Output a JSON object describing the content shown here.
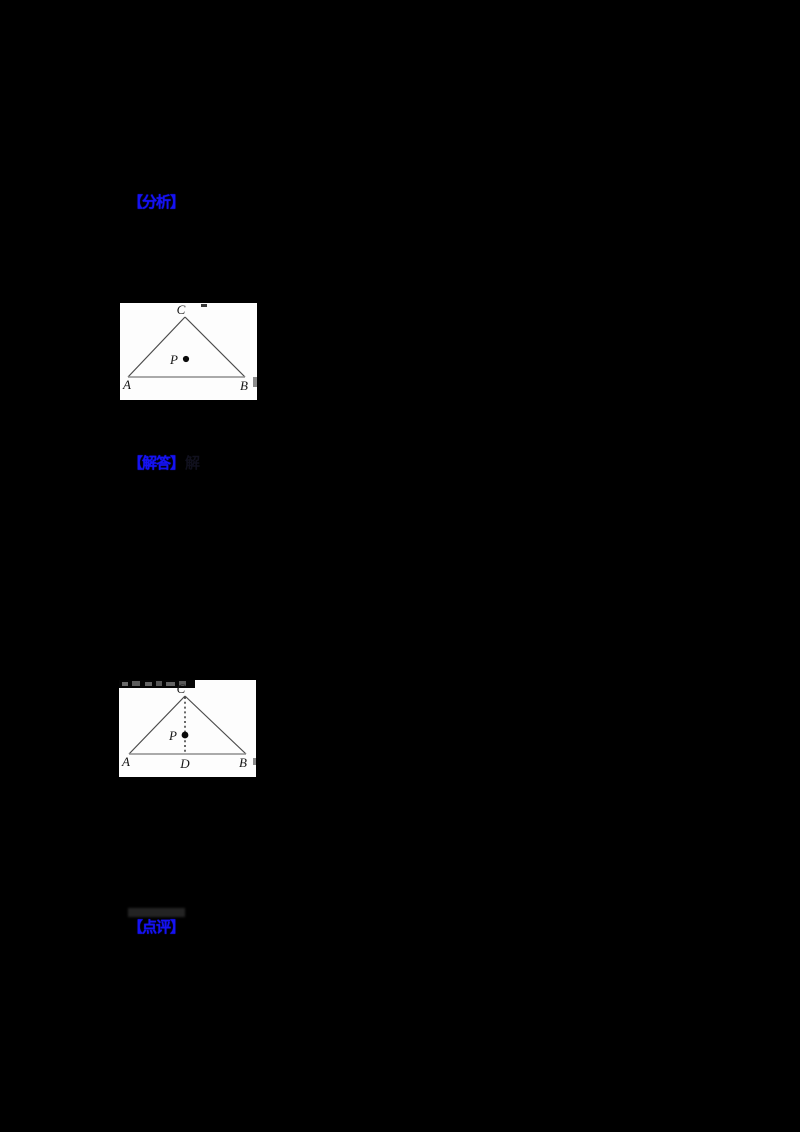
{
  "page": {
    "background": "#000000",
    "type": "math-solution-document"
  },
  "colors": {
    "label_blue": "#1512f2",
    "figure_background": "#fdfdfd",
    "triangle_side_stroke": "#4a4a4a",
    "triangle_base_stroke": "#8f8f8f",
    "dashed_altitude_stroke": "#2a2a2a",
    "point_fill": "#0a0a0a"
  },
  "sections": {
    "analysis": {
      "label": "【分析】"
    },
    "solution": {
      "label": "【解答】",
      "inline_text": "解"
    },
    "comment": {
      "label": "【点评】"
    }
  },
  "figure1": {
    "description": "triangle ABC with interior point P",
    "label_A": "A",
    "label_B": "B",
    "label_C": "C",
    "label_P": "P"
  },
  "figure2": {
    "description": "triangle ABC with dashed altitude CD through point P",
    "label_A": "A",
    "label_B": "B",
    "label_C": "C",
    "label_D": "D",
    "label_P": "P"
  }
}
